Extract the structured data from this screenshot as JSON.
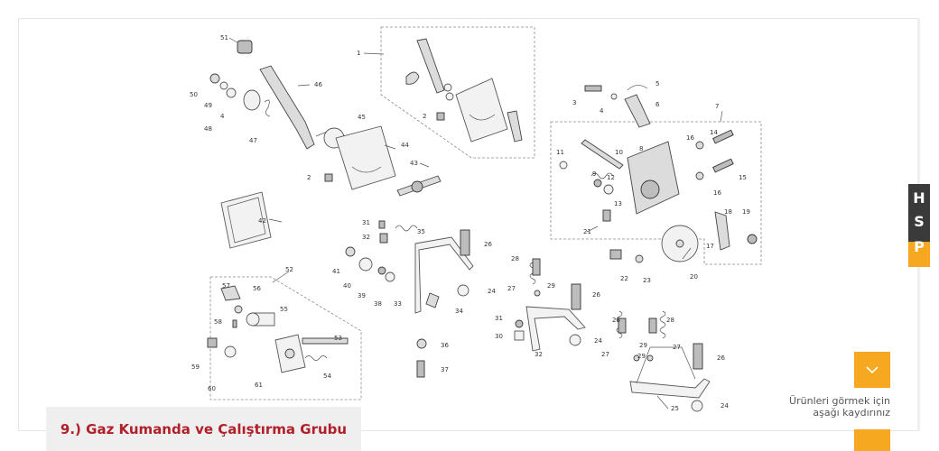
{
  "diagram": {
    "callouts": [
      "1",
      "2",
      "3",
      "4",
      "5",
      "6",
      "7",
      "8",
      "9",
      "10",
      "11",
      "12",
      "13",
      "14",
      "15",
      "16",
      "17",
      "18",
      "19",
      "20",
      "21",
      "22",
      "23",
      "24",
      "25",
      "26",
      "27",
      "28",
      "29",
      "30",
      "31",
      "32",
      "33",
      "34",
      "35",
      "36",
      "37",
      "38",
      "39",
      "40",
      "41",
      "42",
      "43",
      "44",
      "45",
      "46",
      "47",
      "48",
      "49",
      "50",
      "51",
      "52",
      "53",
      "54",
      "55",
      "56",
      "57",
      "58",
      "59",
      "60",
      "61"
    ]
  },
  "section": {
    "title": "9.) Gaz Kumanda ve Çalıştırma Grubu"
  },
  "scroll_hint": {
    "line1": "Ürünleri görmek için",
    "line2": "aşağı kaydırınız",
    "icon": "chevron-down-icon"
  },
  "brand": {
    "letters": [
      "H",
      "S",
      "P"
    ]
  },
  "colors": {
    "accent": "#f6a821",
    "title_red": "#b1202a",
    "title_bg": "#efefef"
  }
}
